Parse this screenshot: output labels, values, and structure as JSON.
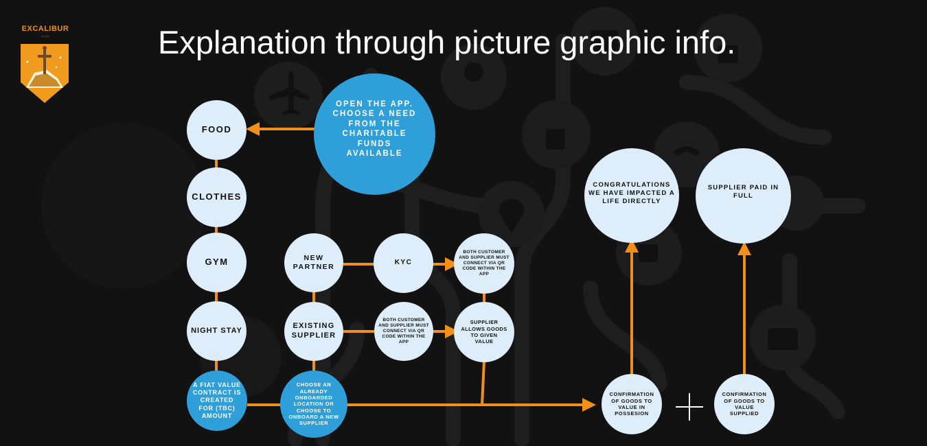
{
  "brand": {
    "name": "EXCALIBUR",
    "subtitle": "Social"
  },
  "title": "Explanation through picture graphic info.",
  "colors": {
    "background": "#121212",
    "node_light": "#ddeefa",
    "node_blue": "#2e9fd8",
    "arrow": "#f0901a",
    "brand": "#e8901c"
  },
  "background_icons": [
    "airplane-icon",
    "lightbulb-icon",
    "thumbs-up-icon",
    "wifi-icon",
    "location-pin-icon",
    "coffee-cup-icon",
    "camera-icon",
    "lock-icon",
    "envelope-icon"
  ],
  "nodes": {
    "food": "FOOD",
    "clothes": "CLOTHES",
    "gym": "GYM",
    "night_stay": "NIGHT STAY",
    "fiat_contract": "A FIAT VALUE CONTRACT IS CREATED FOR (TBC) AMOUNT",
    "open_app": "OPEN THE APP. CHOOSE A NEED FROM THE CHARITABLE FUNDS AVAILABLE",
    "new_partner": "NEW PARTNER",
    "existing_supplier": "EXISTING SUPPLIER",
    "choose_location": "CHOOSE AN ALREADY ONBOARDED LOCATION OR CHOOSE TO ONBOARD A NEW SUPPLIER",
    "kyc": "KYC",
    "qr_connect_1": "BOTH CUSTOMER AND SUPPLIER MUST CONNECT VIA QR CODE WITHIN THE APP",
    "qr_connect_2": "BOTH CUSTOMER AND SUPPLIER MUST CONNECT VIA QR CODE WITHIN THE APP",
    "supplier_allows": "SUPPLIER ALLOWS GOODS TO GIVEN VALUE",
    "congratulations": "CONGRATULATIONS WE HAVE IMPACTED A LIFE DIRECTLY",
    "supplier_paid": "SUPPLIER PAID IN FULL",
    "confirm_possession": "CONFIRMATION OF GOODS TO VALUE IN POSSESION",
    "confirm_supplied": "CONFIRMATION OF GOODS TO VALUE SUPPLIED"
  }
}
